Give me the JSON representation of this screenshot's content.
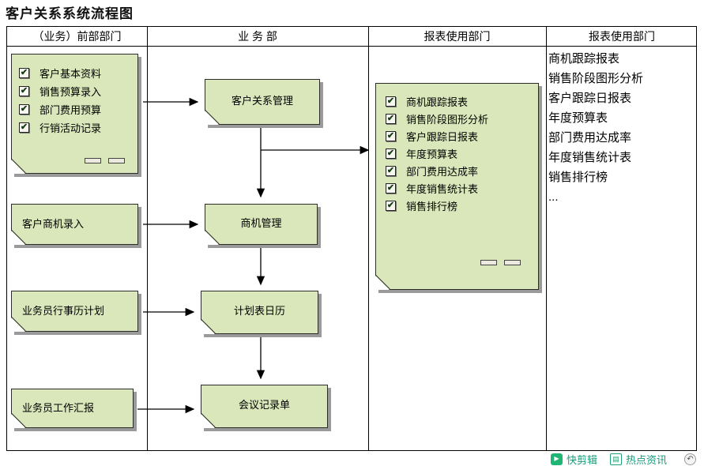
{
  "title": "客户关系系统流程图",
  "columns": {
    "col1": "（业务）前部部门",
    "col2": "业 务 部",
    "col3": "报表使用部门",
    "col4": "报表使用部门"
  },
  "front_dept": {
    "input_doc": {
      "items": [
        "客户基本资料",
        "销售预算录入",
        "部门费用预算",
        "行销活动记录"
      ]
    },
    "doc2": "客户商机录入",
    "doc3": "业务员行事历计划",
    "doc4": "业务员工作汇报"
  },
  "business_dept": {
    "box1": "客户关系管理",
    "box2": "商机管理",
    "box3": "计划表日历",
    "box4": "会议记录单"
  },
  "report_doc": {
    "items": [
      "商机跟踪报表",
      "销售阶段图形分析",
      "客户跟踪日报表",
      "年度预算表",
      "部门费用达成率",
      "年度销售统计表",
      "销售排行榜"
    ]
  },
  "report_list": [
    "商机跟踪报表",
    "销售阶段图形分析",
    "客户跟踪日报表",
    "年度预算表",
    "部门费用达成率",
    "年度销售统计表",
    "销售排行榜",
    "..."
  ],
  "overlay": {
    "clip_label": "快剪辑",
    "news_label": "热点资讯"
  },
  "icons": {
    "check": "✔",
    "play": "▶",
    "news": "▤",
    "corner": "↶"
  },
  "colors": {
    "box_fill": "#d9e7ba",
    "box_shadow": "#9a9a9a",
    "accent_teal": "#129c78"
  }
}
